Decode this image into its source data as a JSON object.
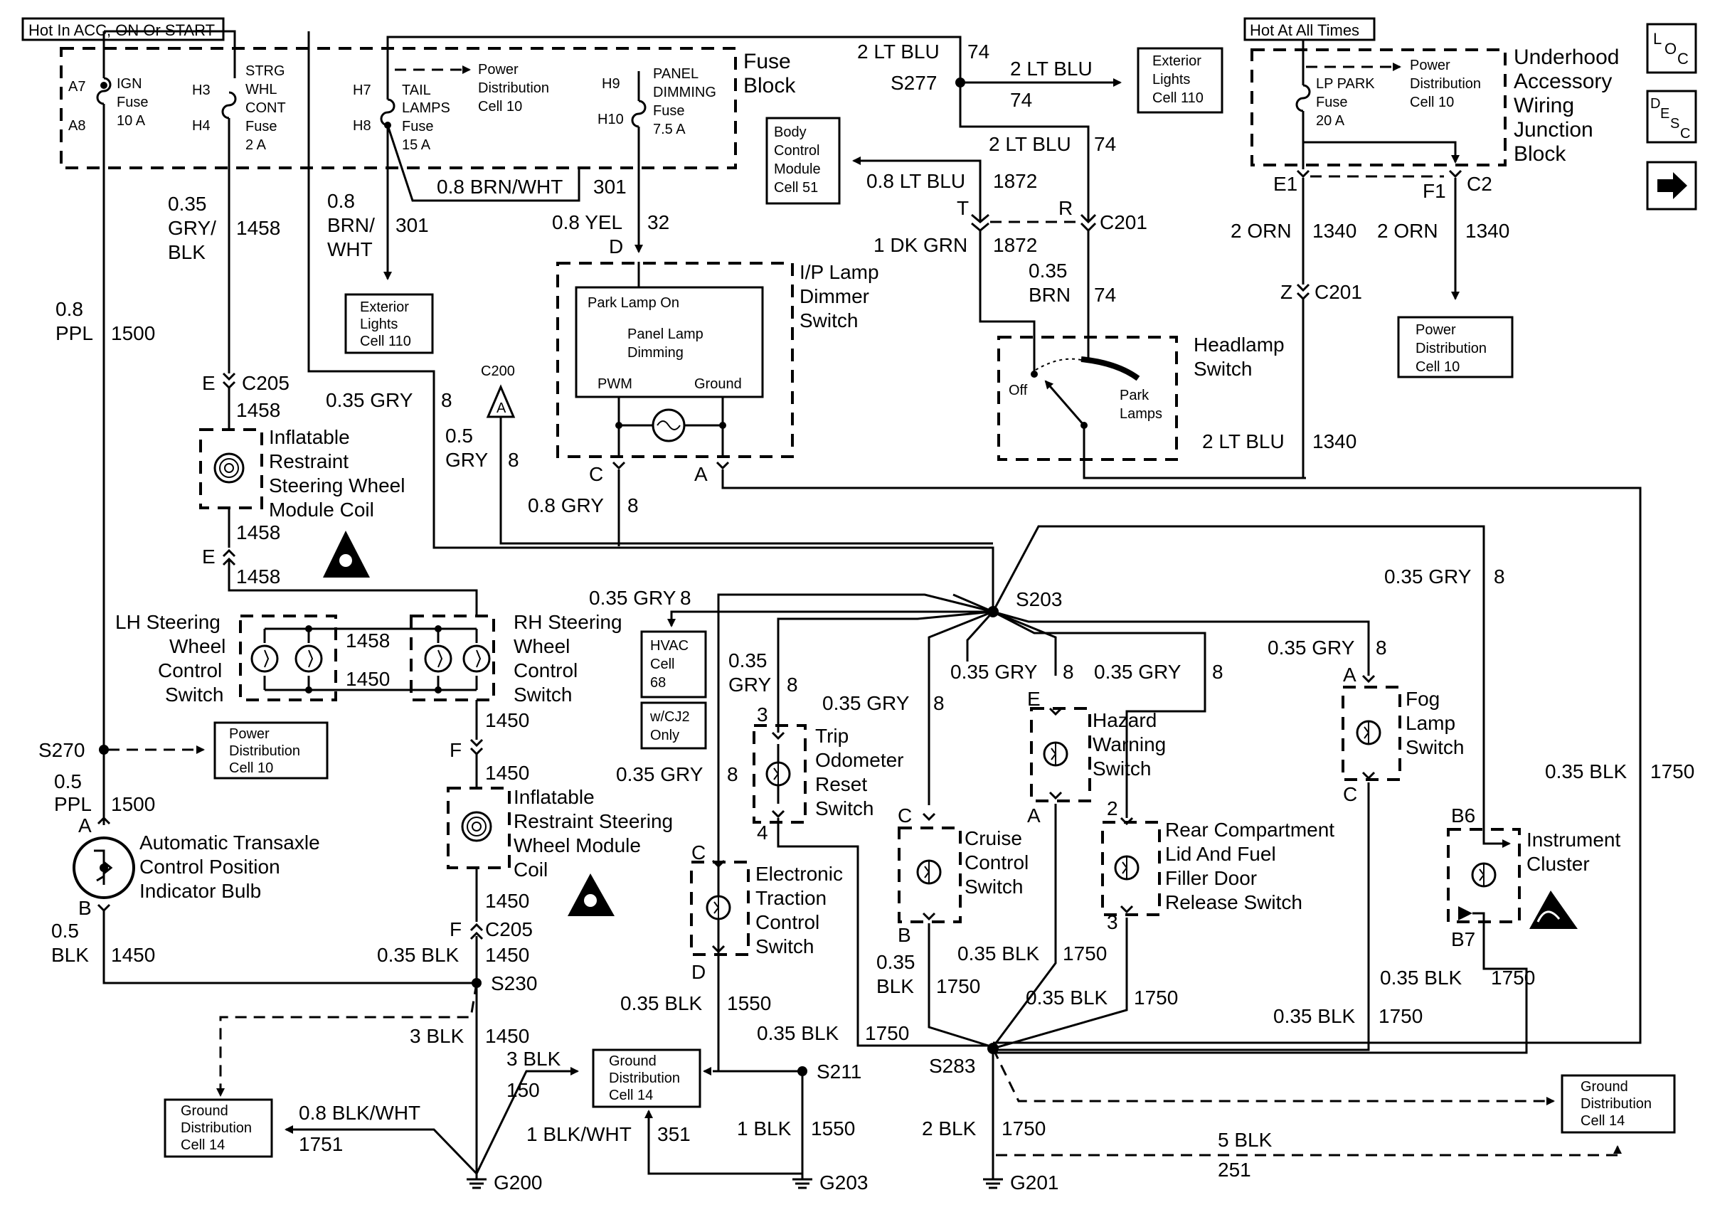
{
  "hot_labels": {
    "acc": "Hot In ACC, ON Or START",
    "always": "Hot At All Times"
  },
  "fuse_block": {
    "title": [
      "Fuse",
      "Block"
    ],
    "ign_fuse": [
      "IGN",
      "Fuse",
      "10 A"
    ],
    "ign_pins": [
      "A7",
      "A8"
    ],
    "strg_fuse": [
      "STRG",
      "WHL",
      "CONT",
      "Fuse",
      "2 A"
    ],
    "strg_pins": [
      "H3",
      "H4"
    ],
    "tail_fuse": [
      "TAIL",
      "LAMPS",
      "Fuse",
      "15 A"
    ],
    "tail_pins": [
      "H7",
      "H8"
    ],
    "power_dist": [
      "Power",
      "Distribution",
      "Cell 10"
    ],
    "panel_fuse": [
      "PANEL",
      "DIMMING",
      "Fuse",
      "7.5 A"
    ],
    "panel_pins": [
      "H9",
      "H10"
    ]
  },
  "underhood": {
    "title": [
      "Underhood",
      "Accessory",
      "Wiring",
      "Junction",
      "Block"
    ],
    "fuse": [
      "LP PARK",
      "Fuse",
      "20 A"
    ],
    "power_dist": [
      "Power",
      "Distribution",
      "Cell 10"
    ],
    "pins": [
      "E1",
      "C2",
      "F1"
    ]
  },
  "nav": {
    "loc": "LOC",
    "desc": "DESC",
    "arrow": "next-arrow-icon"
  },
  "boxes": {
    "bcm": [
      "Body",
      "Control",
      "Module",
      "Cell 51"
    ],
    "ext_lights_top": [
      "Exterior",
      "Lights",
      "Cell 110"
    ],
    "ext_lights_left": [
      "Exterior",
      "Lights",
      "Cell 110"
    ],
    "power_dist_right": [
      "Power",
      "Distribution",
      "Cell 10"
    ],
    "power_dist_left": [
      "Power",
      "Distribution",
      "Cell 10"
    ],
    "hvac": [
      "HVAC",
      "Cell",
      "68"
    ],
    "cj2": [
      "w/CJ2",
      "Only"
    ],
    "ground_dist_left": [
      "Ground",
      "Distribution",
      "Cell 14"
    ],
    "ground_dist_mid": [
      "Ground",
      "Distribution",
      "Cell 14"
    ],
    "ground_dist_right": [
      "Ground",
      "Distribution",
      "Cell 14"
    ]
  },
  "components": {
    "dimmer_switch": [
      "I/P Lamp",
      "Dimmer",
      "Switch"
    ],
    "dimmer_inner": {
      "park": "Park Lamp On",
      "panel": [
        "Panel Lamp",
        "Dimming"
      ],
      "pwm": "PWM",
      "ground": "Ground"
    },
    "headlamp_switch": [
      "Headlamp",
      "Switch"
    ],
    "headlamp_off": "Off",
    "headlamp_park": [
      "Park",
      "Lamps"
    ],
    "ir_coil_top": [
      "Inflatable",
      "Restraint",
      "Steering Wheel",
      "Module Coil"
    ],
    "ir_coil_bottom": [
      "Inflatable",
      "Restraint Steering",
      "Wheel Module",
      "Coil"
    ],
    "lh_switch": [
      "LH Steering",
      "Wheel",
      "Control",
      "Switch"
    ],
    "rh_switch": [
      "RH Steering",
      "Wheel",
      "Control",
      "Switch"
    ],
    "trans_bulb": [
      "Automatic Transaxle",
      "Control Position",
      "Indicator Bulb"
    ],
    "trip_switch": [
      "Trip",
      "Odometer",
      "Reset",
      "Switch"
    ],
    "etc_switch": [
      "Electronic",
      "Traction",
      "Control",
      "Switch"
    ],
    "cruise_switch": [
      "Cruise",
      "Control",
      "Switch"
    ],
    "hazard_switch": [
      "Hazard",
      "Warning",
      "Switch"
    ],
    "rear_switch": [
      "Rear Compartment",
      "Lid And Fuel",
      "Filler Door",
      "Release Switch"
    ],
    "fog_switch": [
      "Fog",
      "Lamp",
      "Switch"
    ],
    "cluster": [
      "Instrument",
      "Cluster"
    ]
  },
  "connectors": [
    "S277",
    "C201",
    "C205",
    "C200",
    "S203",
    "S270",
    "S230",
    "S211",
    "S283",
    "G200",
    "G203",
    "G201"
  ],
  "connector_pins": {
    "T": "T",
    "R": "R",
    "D": "D",
    "Z": "Z",
    "A": "A",
    "C": "C",
    "B": "B",
    "E": "E",
    "F": "F",
    "n2": "2",
    "n3": "3",
    "n4": "4",
    "B6": "B6",
    "B7": "B7"
  },
  "wires": {
    "w_ppl_08": [
      "0.8",
      "PPL"
    ],
    "c1500": "1500",
    "w_gryblk": [
      "0.35",
      "GRY/",
      "BLK"
    ],
    "c1458": "1458",
    "w_brnwht_08": [
      "0.8",
      "BRN/",
      "WHT"
    ],
    "c301": "301",
    "w_brnwht_line": "0.8 BRN/WHT",
    "w_yel": "0.8 YEL",
    "c32": "32",
    "w_ltblu2": "2 LT BLU",
    "c74": "74",
    "w_ltblu08": "0.8 LT BLU",
    "c1872": "1872",
    "w_dkgrn": "1 DK GRN",
    "w_brn035": [
      "0.35",
      "BRN"
    ],
    "w_orn2": "2 ORN",
    "c1340": "1340",
    "w_gry035": "0.35 GRY",
    "c8": "8",
    "w_gry05": [
      "0.5",
      "GRY"
    ],
    "w_gry08": "0.8 GRY",
    "w_gry035_split": [
      "0.35",
      "GRY"
    ],
    "c1450": "1450",
    "w_ppl05": [
      "0.5",
      "PPL"
    ],
    "w_blk05": [
      "0.5",
      "BLK"
    ],
    "w_blk035": "0.35 BLK",
    "w_blk3": "3 BLK",
    "c150": "150",
    "w_blkwht08": "0.8 BLK/WHT",
    "c1751": "1751",
    "w_blkwht1": "1 BLK/WHT",
    "c351": "351",
    "w_blk1": "1 BLK",
    "c1550": "1550",
    "w_blk2": "2 BLK",
    "c1750": "1750",
    "w_blk5": "5 BLK",
    "c251": "251",
    "w_blk035_split": [
      "0.35",
      "BLK"
    ]
  }
}
